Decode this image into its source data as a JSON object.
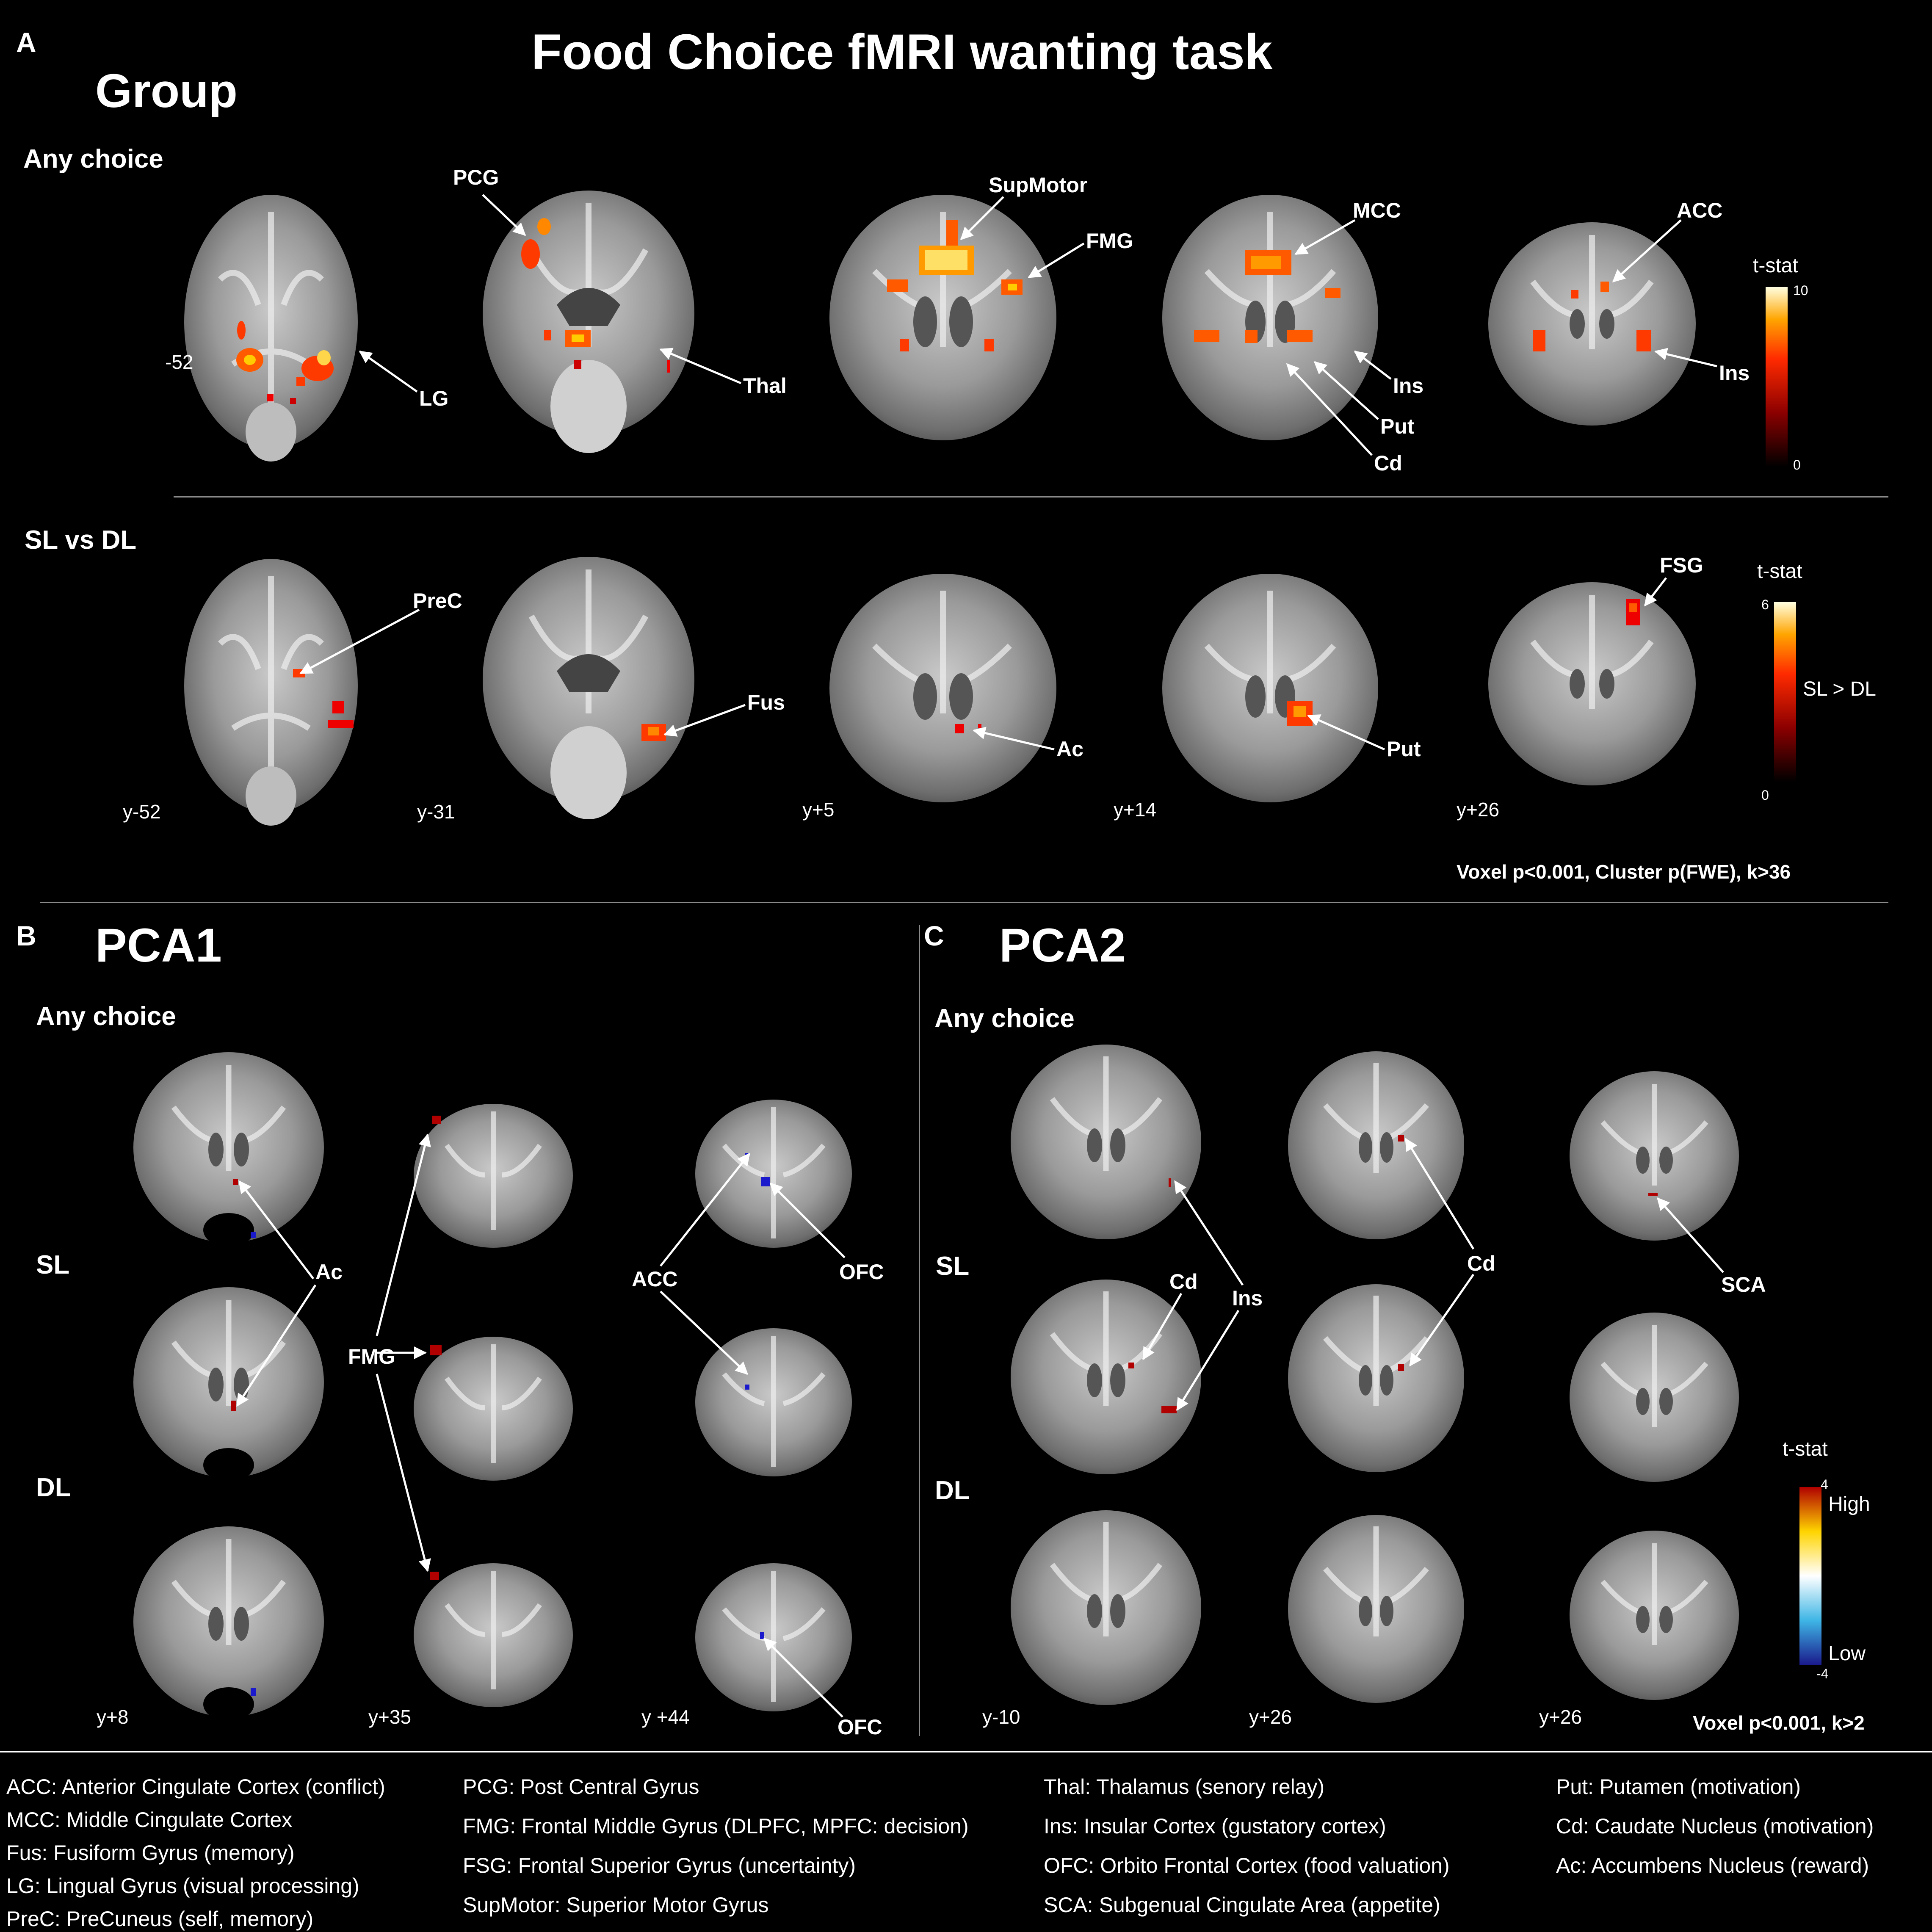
{
  "figure": {
    "title": "Food Choice fMRI wanting task",
    "panel_a": {
      "letter": "A",
      "group_title": "Group",
      "row1_label": "Any choice",
      "row2_label": "SL vs DL",
      "left_coord": "-52",
      "coords": [
        "y-52",
        "y-31",
        "y+5",
        "y+14",
        "y+26"
      ],
      "row1_labels": [
        "PCG",
        "SupMotor",
        "FMG",
        "MCC",
        "ACC",
        "LG",
        "Thal",
        "Ins",
        "Put",
        "Cd",
        "Ins"
      ],
      "row2_labels": [
        "PreC",
        "Fus",
        "Ac",
        "Put",
        "FSG"
      ],
      "scale1": {
        "title": "t-stat",
        "max": "10",
        "min": "0"
      },
      "scale2": {
        "title": "t-stat",
        "max": "6",
        "min": "0",
        "side": "SL > DL"
      },
      "note": "Voxel p<0.001, Cluster p(FWE), k>36"
    },
    "panel_b": {
      "letter": "B",
      "title": "PCA1",
      "sub": "Any choice",
      "sl": "SL",
      "dl": "DL",
      "labels": [
        "Ac",
        "FMG",
        "ACC",
        "OFC",
        "OFC"
      ],
      "coords": [
        "y+8",
        "y+35",
        "y +44"
      ]
    },
    "panel_c": {
      "letter": "C",
      "title": "PCA2",
      "sub": "Any choice",
      "sl": "SL",
      "dl": "DL",
      "labels": [
        "Cd",
        "Ins",
        "Cd",
        "SCA"
      ],
      "coords": [
        "y-10",
        "y+26",
        "y+26"
      ],
      "scale": {
        "title": "t-stat",
        "max": "4",
        "min": "-4",
        "high": "High",
        "low": "Low"
      },
      "note": "Voxel p<0.001, k>2"
    },
    "legend": {
      "col1": [
        "ACC: Anterior Cingulate Cortex (conflict)",
        "MCC: Middle Cingulate Cortex",
        "Fus: Fusiform Gyrus (memory)",
        "LG: Lingual Gyrus (visual processing)",
        "PreC: PreCuneus (self, memory)"
      ],
      "col2": [
        "PCG: Post Central Gyrus",
        "FMG: Frontal Middle Gyrus (DLPFC, MPFC: decision)",
        "FSG: Frontal Superior Gyrus (uncertainty)",
        "SupMotor: Superior Motor Gyrus"
      ],
      "col3": [
        "Thal: Thalamus (senory relay)",
        "Ins: Insular Cortex (gustatory cortex)",
        "OFC: Orbito Frontal Cortex (food valuation)",
        "SCA: Subgenual Cingulate Area (appetite)"
      ],
      "col4": [
        "Put: Putamen (motivation)",
        "Cd: Caudate Nucleus (motivation)",
        "Ac: Accumbens Nucleus (reward)"
      ]
    }
  }
}
